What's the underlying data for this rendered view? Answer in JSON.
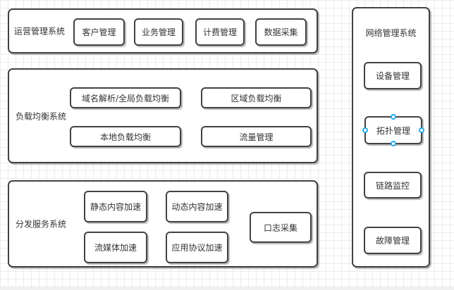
{
  "colors": {
    "node_border": "#424242",
    "text": "#333333",
    "grid_line": "#ececec",
    "canvas_background": "#ffffff",
    "connection_point_blue": "#29a8e8",
    "bottom_strip": "#f0f0f0"
  },
  "groups": {
    "ops": {
      "label": "运营管理系统",
      "items": [
        "客户管理",
        "业务管理",
        "计费管理",
        "数据采集"
      ]
    },
    "lb": {
      "label": "负载均衡系统",
      "items": [
        "域名解析/全局负载均衡",
        "区域负载均衡",
        "本地负载均衡",
        "流量管理"
      ]
    },
    "dist": {
      "label": "分发服务系统",
      "items": [
        "静态内容加速",
        "动态内容加速",
        "口志采集",
        "流媒体加速",
        "应用协议加速"
      ]
    },
    "net": {
      "label": "网络管理系统",
      "items": [
        "设备管理",
        "拓扑管理",
        "链路监控",
        "故障管理"
      ]
    }
  }
}
